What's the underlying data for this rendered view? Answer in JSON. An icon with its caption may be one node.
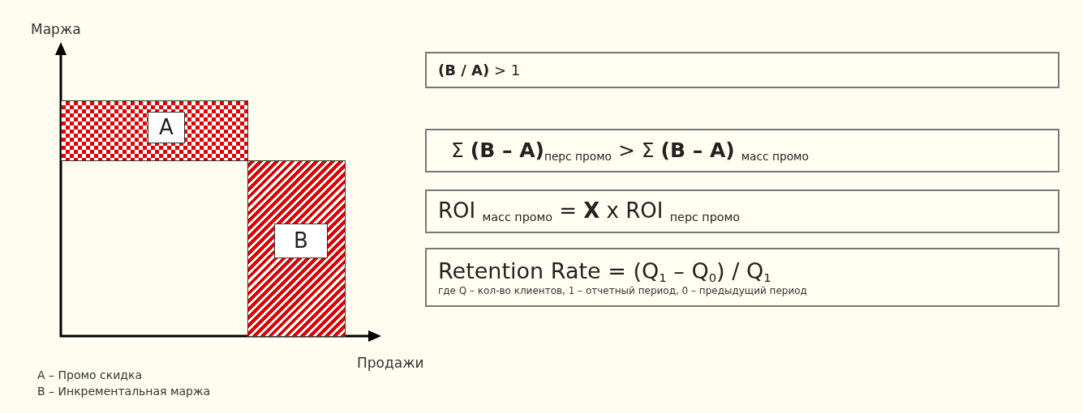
{
  "diagram": {
    "nodes": [
      {
        "text": [
          "A"
        ]
      },
      {
        "text": [
          "B"
        ]
      },
      {
        "text": [
          "**(B / A)** > 1"
        ]
      },
      {
        "text": [
          "Σ **(B – A)**$_{перс промо}$ > Σ **(B – A)** $_{масс промо}$"
        ]
      },
      {
        "text": [
          "ROI $_{масс промо}$ = **X** x ROI $_{перс промо}$"
        ]
      },
      {
        "text": [
          "Retention Rate = (Q$_{1}$ – Q$_{0}$) / Q$_{1}$",
          "где Q – кол-во клиентов, 1 – отчетный период, 0 – предыдущий период"
        ]
      }
    ],
    "edges": [],
    "labels": [
      "Маржа",
      "Продажи",
      "A – Промо скидка",
      "B – Инкрементальная маржа"
    ]
  }
}
